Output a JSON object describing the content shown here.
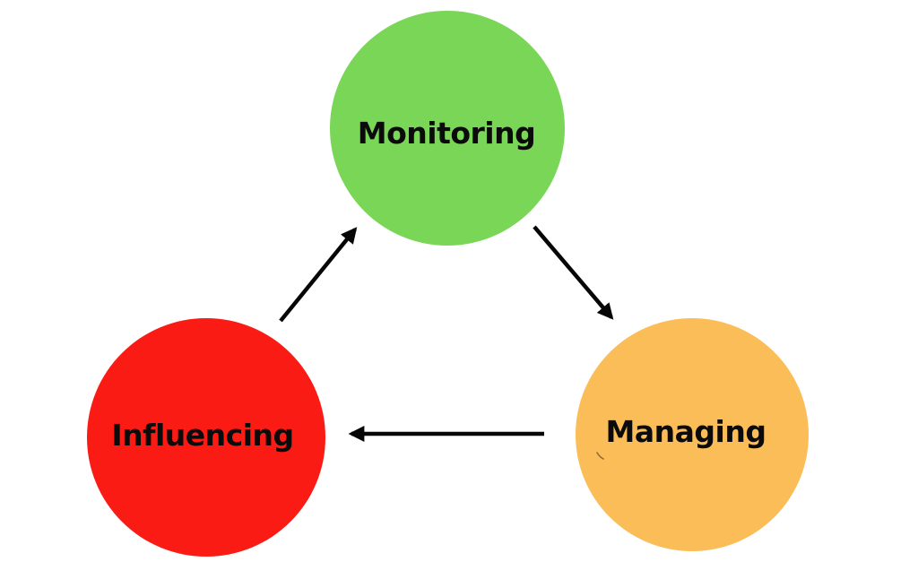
{
  "diagram": {
    "background_color": "#ffffff",
    "text_color": "#0b0b0b",
    "arrow_color": "#070707",
    "nodes": [
      {
        "id": "monitoring",
        "label": "Monitoring",
        "color": "#7ad657",
        "shape": "circle"
      },
      {
        "id": "influencing",
        "label": "Influencing",
        "color": "#fb1b15",
        "shape": "circle"
      },
      {
        "id": "managing",
        "label": "Managing",
        "color": "#fbbd58",
        "shape": "circle"
      }
    ],
    "edges": [
      {
        "from": "influencing",
        "to": "monitoring"
      },
      {
        "from": "monitoring",
        "to": "managing"
      },
      {
        "from": "managing",
        "to": "influencing"
      }
    ]
  }
}
